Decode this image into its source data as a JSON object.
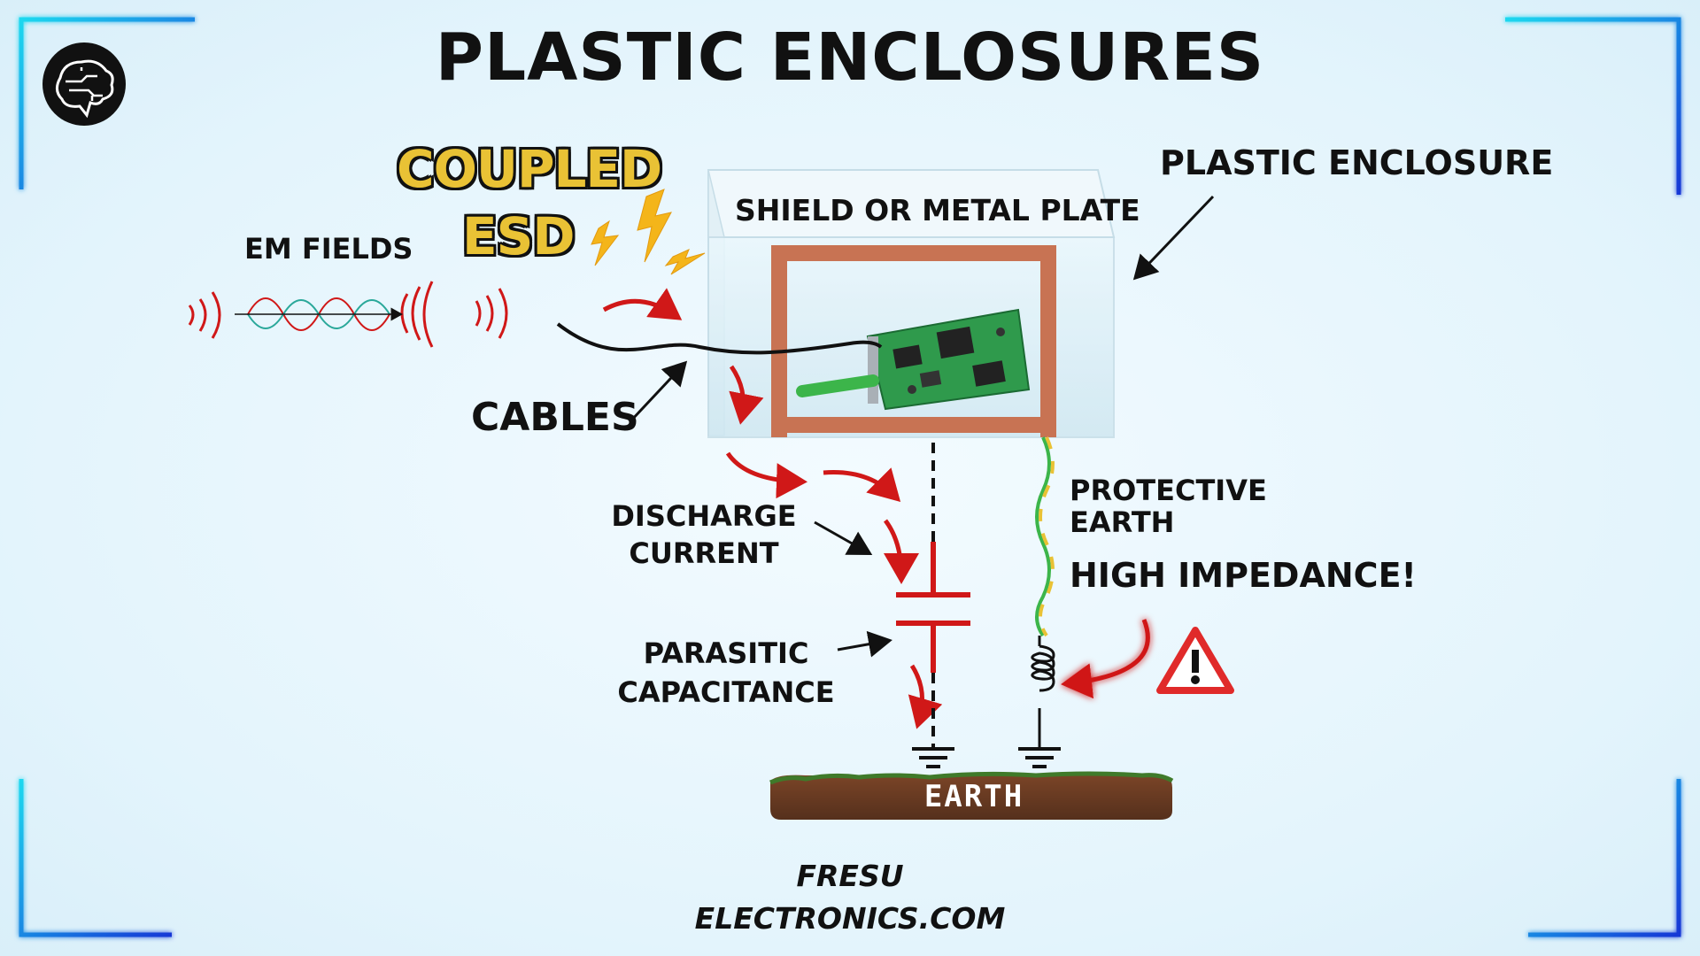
{
  "title": "PLASTIC ENCLOSURES",
  "labels": {
    "coupled_esd_line1": "COUPLED",
    "coupled_esd_line2": "ESD",
    "em_fields": "EM FIELDS",
    "shield": "SHIELD OR METAL PLATE",
    "plastic_enclosure": "PLASTIC ENCLOSURE",
    "cables": "CABLES",
    "discharge_current_line1": "DISCHARGE",
    "discharge_current_line2": "CURRENT",
    "parasitic_capacitance_line1": "PARASITIC",
    "parasitic_capacitance_line2": "CAPACITANCE",
    "protective_earth_line1": "PROTECTIVE",
    "protective_earth_line2": "EARTH",
    "high_impedance": "HIGH IMPEDANCE!",
    "earth": "EARTH"
  },
  "footer": {
    "line1": "FRESU",
    "line2": "ELECTRONICS.COM"
  },
  "icons": {
    "logo": "brain-circuit-icon",
    "warning": "warning-triangle-icon",
    "lightning": "lightning-bolt-icon",
    "ground": "ground-symbol-icon"
  },
  "colors": {
    "title": "#111111",
    "accent_red": "#d01818",
    "esd_yellow": "#e9c235",
    "shield_copper": "#c87353",
    "frame_cyan": "#1fd8ef",
    "frame_blue": "#1437d6",
    "earth_brown": "#6e3b22",
    "pcb_green": "#2f9a4c"
  }
}
